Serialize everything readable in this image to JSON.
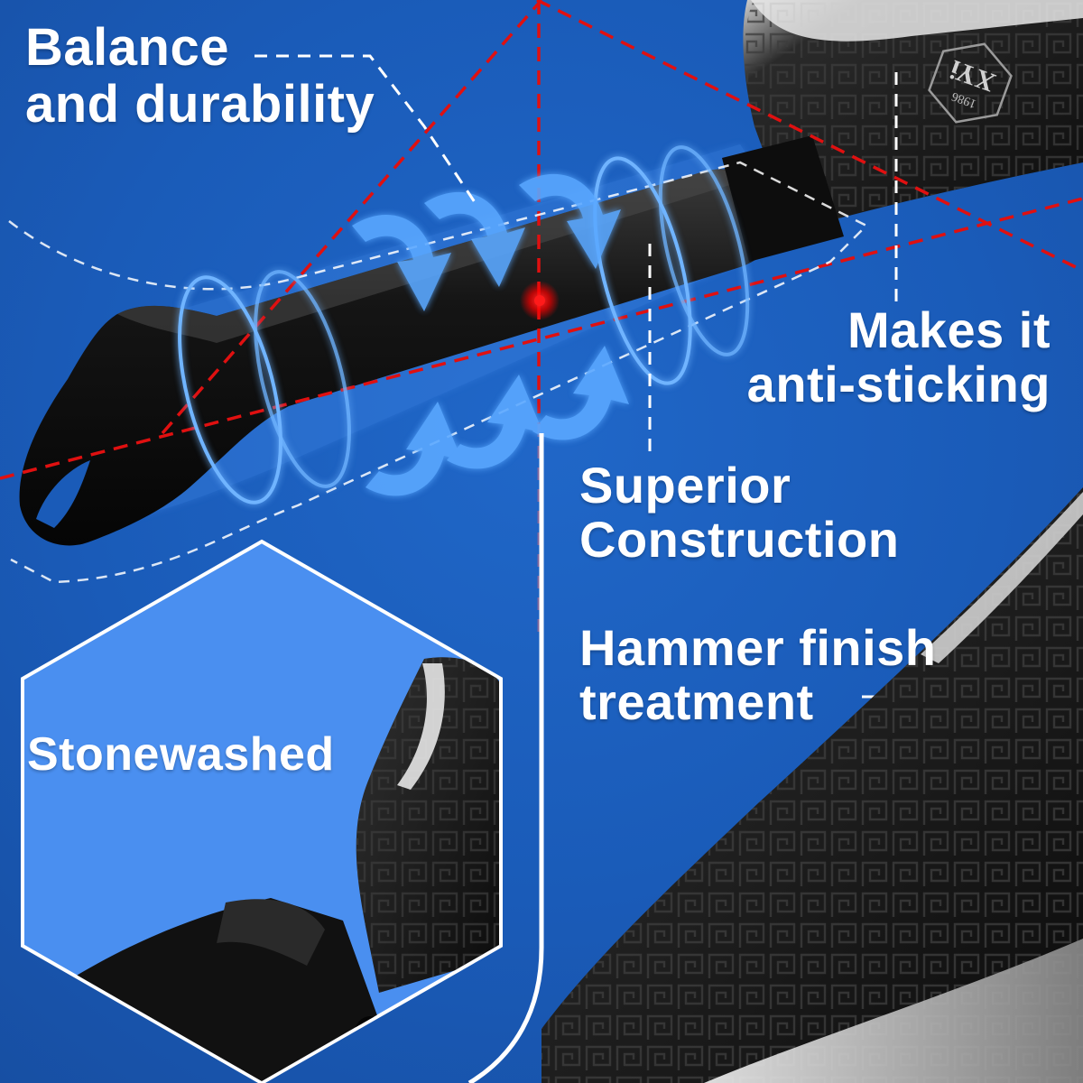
{
  "colors": {
    "background": "#1a5bb8",
    "hexagon_fill": "#4a8ff0",
    "knife_black": "#111111",
    "guide_red": "#e01010",
    "leader_white": "#ffffff",
    "swirl_blue": "#5aa8ff"
  },
  "callouts": {
    "balance": {
      "line1": "Balance",
      "line2": "and durability"
    },
    "anti_sticking": {
      "line1": "Makes it",
      "line2": "anti-sticking"
    },
    "superior": {
      "line1": "Superior",
      "line2": "Construction"
    },
    "hammer": {
      "line1": "Hammer finish",
      "line2": "treatment"
    },
    "stonewashed": {
      "label": "Stonewashed"
    }
  },
  "logo": {
    "mark": "XYi",
    "year": "1986"
  }
}
